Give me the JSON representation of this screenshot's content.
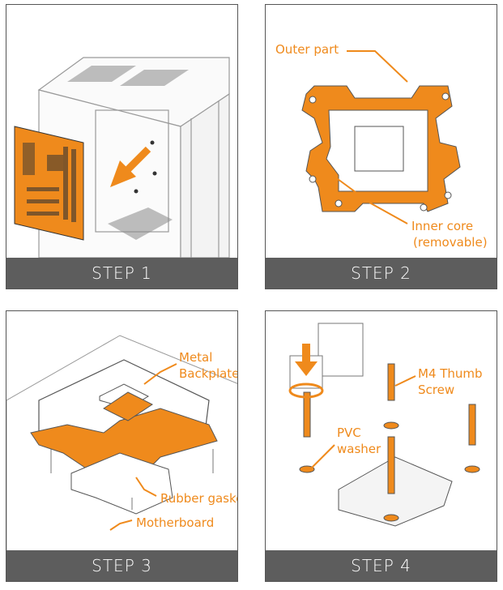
{
  "colors": {
    "accent": "#ef8a1c",
    "bar": "#5d5d5d",
    "line": "#8a8a8a"
  },
  "steps": [
    {
      "label": "STEP 1"
    },
    {
      "label": "STEP 2",
      "callouts": {
        "outer": "Outer part",
        "inner_1": "Inner core",
        "inner_2": "(removable)"
      }
    },
    {
      "label": "STEP 3",
      "callouts": {
        "metal_1": "Metal",
        "metal_2": "Backplate",
        "gasket": "Rubber gasket",
        "mobo": "Motherboard"
      }
    },
    {
      "label": "STEP 4",
      "callouts": {
        "thumb_1": "M4 Thumb",
        "thumb_2": "Screw",
        "pvc_1": "PVC",
        "pvc_2": "washer"
      }
    }
  ]
}
